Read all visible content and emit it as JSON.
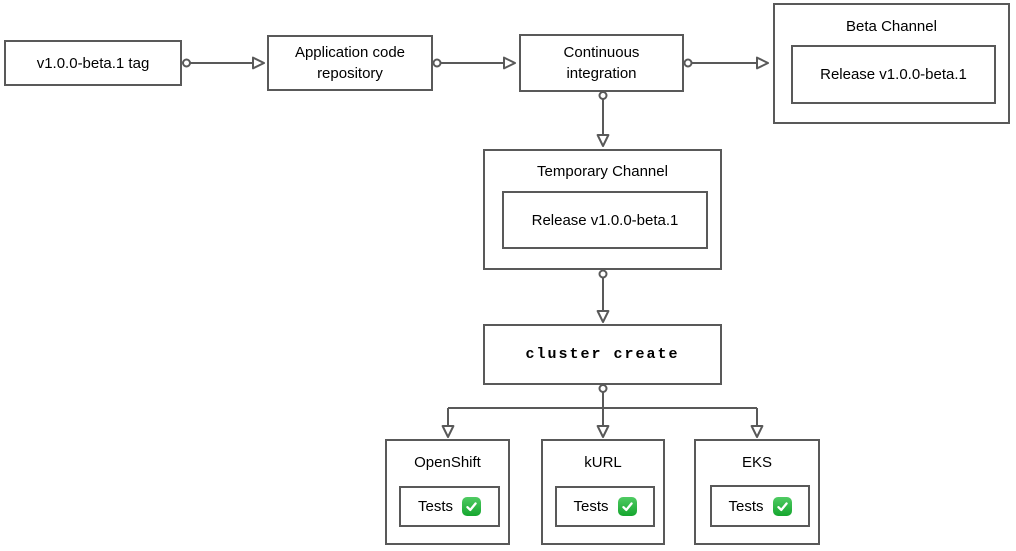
{
  "diagram": {
    "nodes": {
      "tag": {
        "label": "v1.0.0-beta.1 tag"
      },
      "repo": {
        "label": "Application code repository"
      },
      "ci": {
        "label": "Continuous integration"
      },
      "beta_channel": {
        "title": "Beta Channel",
        "release": "Release v1.0.0-beta.1"
      },
      "temporary_channel": {
        "title": "Temporary Channel",
        "release": "Release v1.0.0-beta.1"
      },
      "cluster_create": {
        "label": "cluster create"
      },
      "clusters": [
        {
          "title": "OpenShift",
          "tests_label": "Tests",
          "status_icon": "check-mark-button"
        },
        {
          "title": "kURL",
          "tests_label": "Tests",
          "status_icon": "check-mark-button"
        },
        {
          "title": "EKS",
          "tests_label": "Tests",
          "status_icon": "check-mark-button"
        }
      ]
    },
    "edges": [
      {
        "from": "v1.0.0-beta.1 tag",
        "to": "Application code repository"
      },
      {
        "from": "Application code repository",
        "to": "Continuous integration"
      },
      {
        "from": "Continuous integration",
        "to": "Beta Channel"
      },
      {
        "from": "Continuous integration",
        "to": "Temporary Channel"
      },
      {
        "from": "Temporary Channel",
        "to": "cluster create"
      },
      {
        "from": "cluster create",
        "to": "OpenShift"
      },
      {
        "from": "cluster create",
        "to": "kURL"
      },
      {
        "from": "cluster create",
        "to": "EKS"
      }
    ],
    "colors": {
      "stroke": "#595959",
      "text": "#000000",
      "background": "#ffffff",
      "check_green_top": "#50cb63",
      "check_green_bottom": "#15a62e",
      "check_mark": "#ffffff"
    }
  }
}
